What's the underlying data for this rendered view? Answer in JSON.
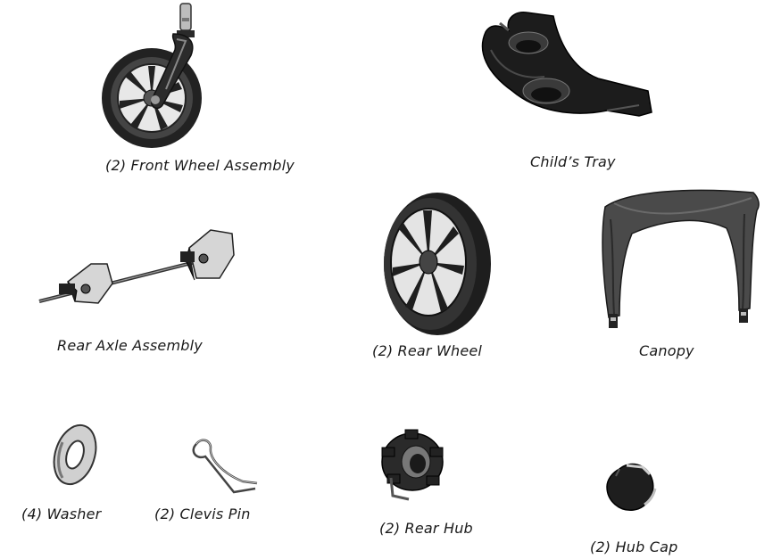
{
  "parts": {
    "front_wheel": {
      "label": "(2) Front Wheel Assembly"
    },
    "childs_tray": {
      "label": "Child’s Tray"
    },
    "rear_axle": {
      "label": "Rear Axle Assembly"
    },
    "rear_wheel": {
      "label": "(2) Rear Wheel"
    },
    "canopy": {
      "label": "Canopy"
    },
    "washer": {
      "label": "(4) Washer"
    },
    "clevis_pin": {
      "label": "(2) Clevis Pin"
    },
    "rear_hub": {
      "label": "(2) Rear Hub"
    },
    "hub_cap": {
      "label": "(2) Hub Cap"
    }
  },
  "colors": {
    "dark": "#1e1e1e",
    "mid": "#6a6a6a",
    "light": "#cfcfcf"
  }
}
